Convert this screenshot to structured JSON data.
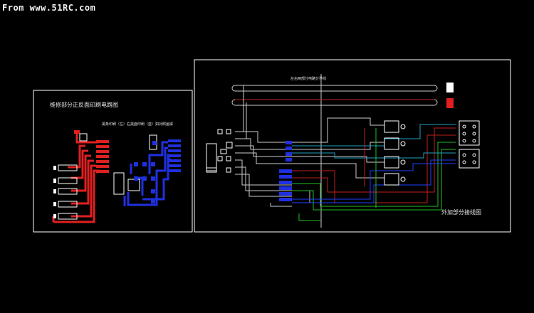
{
  "watermark": "From www.51RC.com",
  "left_panel": {
    "title": "维修部分正反面印刷电路图",
    "subtitle": "黑条印刷（左）右黑面印刷（蓝）如对照画得"
  },
  "right_panel": {
    "top_label": "左右两部分电路分界线",
    "bottom_label": "外加部分接线图"
  },
  "colors": {
    "background": "#000000",
    "frame": "#ffffff",
    "copper_top": "#e02020",
    "copper_bottom": "#2030e0",
    "wire_red": "#c02020",
    "wire_green": "#20c020",
    "wire_cyan": "#20a0c0",
    "wire_blue": "#2040ff"
  }
}
